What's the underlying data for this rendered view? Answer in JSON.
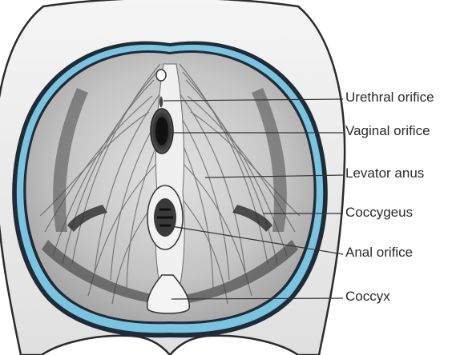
{
  "labels": {
    "urethral_orifice": "Urethral orifice",
    "vaginal_orifice": "Vaginal orifice",
    "levator_anus": "Levator anus",
    "coccygeus": "Coccygeus",
    "anal_orifice": "Anal orifice",
    "coccyx": "Coccyx"
  },
  "colors": {
    "background": "#ffffff",
    "body_outline": "#2b2b2b",
    "body_fill": "#ececec",
    "outer_rim": "#1f2c38",
    "blue_fascia": "#7cc3e0",
    "inner_rim": "#1f2c38",
    "muscle_fill": "#b9b9b9",
    "muscle_striation": "#555555",
    "label_text": "#2a2a2a",
    "leader_line": "#333333"
  }
}
